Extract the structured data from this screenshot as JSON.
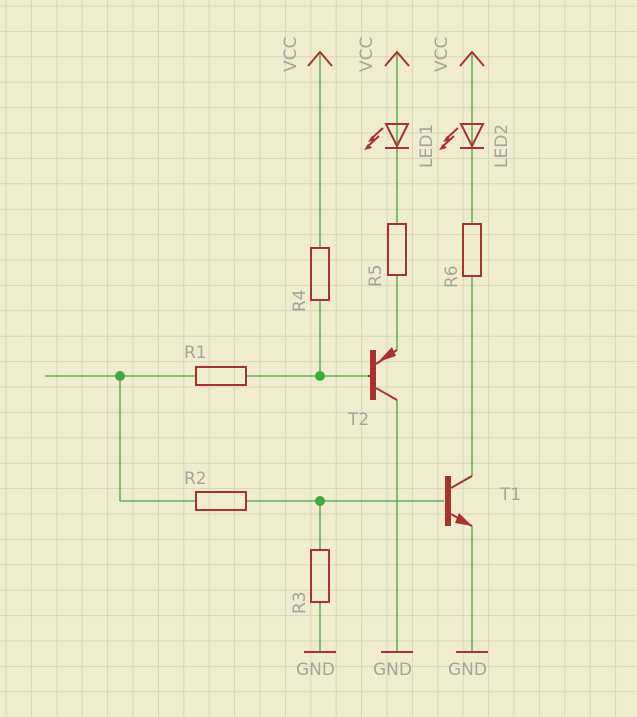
{
  "schematic": {
    "colors": {
      "background": "#f0ecd0",
      "grid": "#d9d6b8",
      "wire": "#5cb55c",
      "component": "#a8332e",
      "label": "#a7a49a",
      "junction": "#3faa3f"
    },
    "power_labels": {
      "vcc_1": "VCC",
      "vcc_2": "VCC",
      "vcc_3": "VCC",
      "gnd_1": "GND",
      "gnd_2": "GND",
      "gnd_3": "GND"
    },
    "components": {
      "r1": "R1",
      "r2": "R2",
      "r3": "R3",
      "r4": "R4",
      "r5": "R5",
      "r6": "R6",
      "led1": "LED1",
      "led2": "LED2",
      "t1": "T1",
      "t2": "T2"
    }
  }
}
